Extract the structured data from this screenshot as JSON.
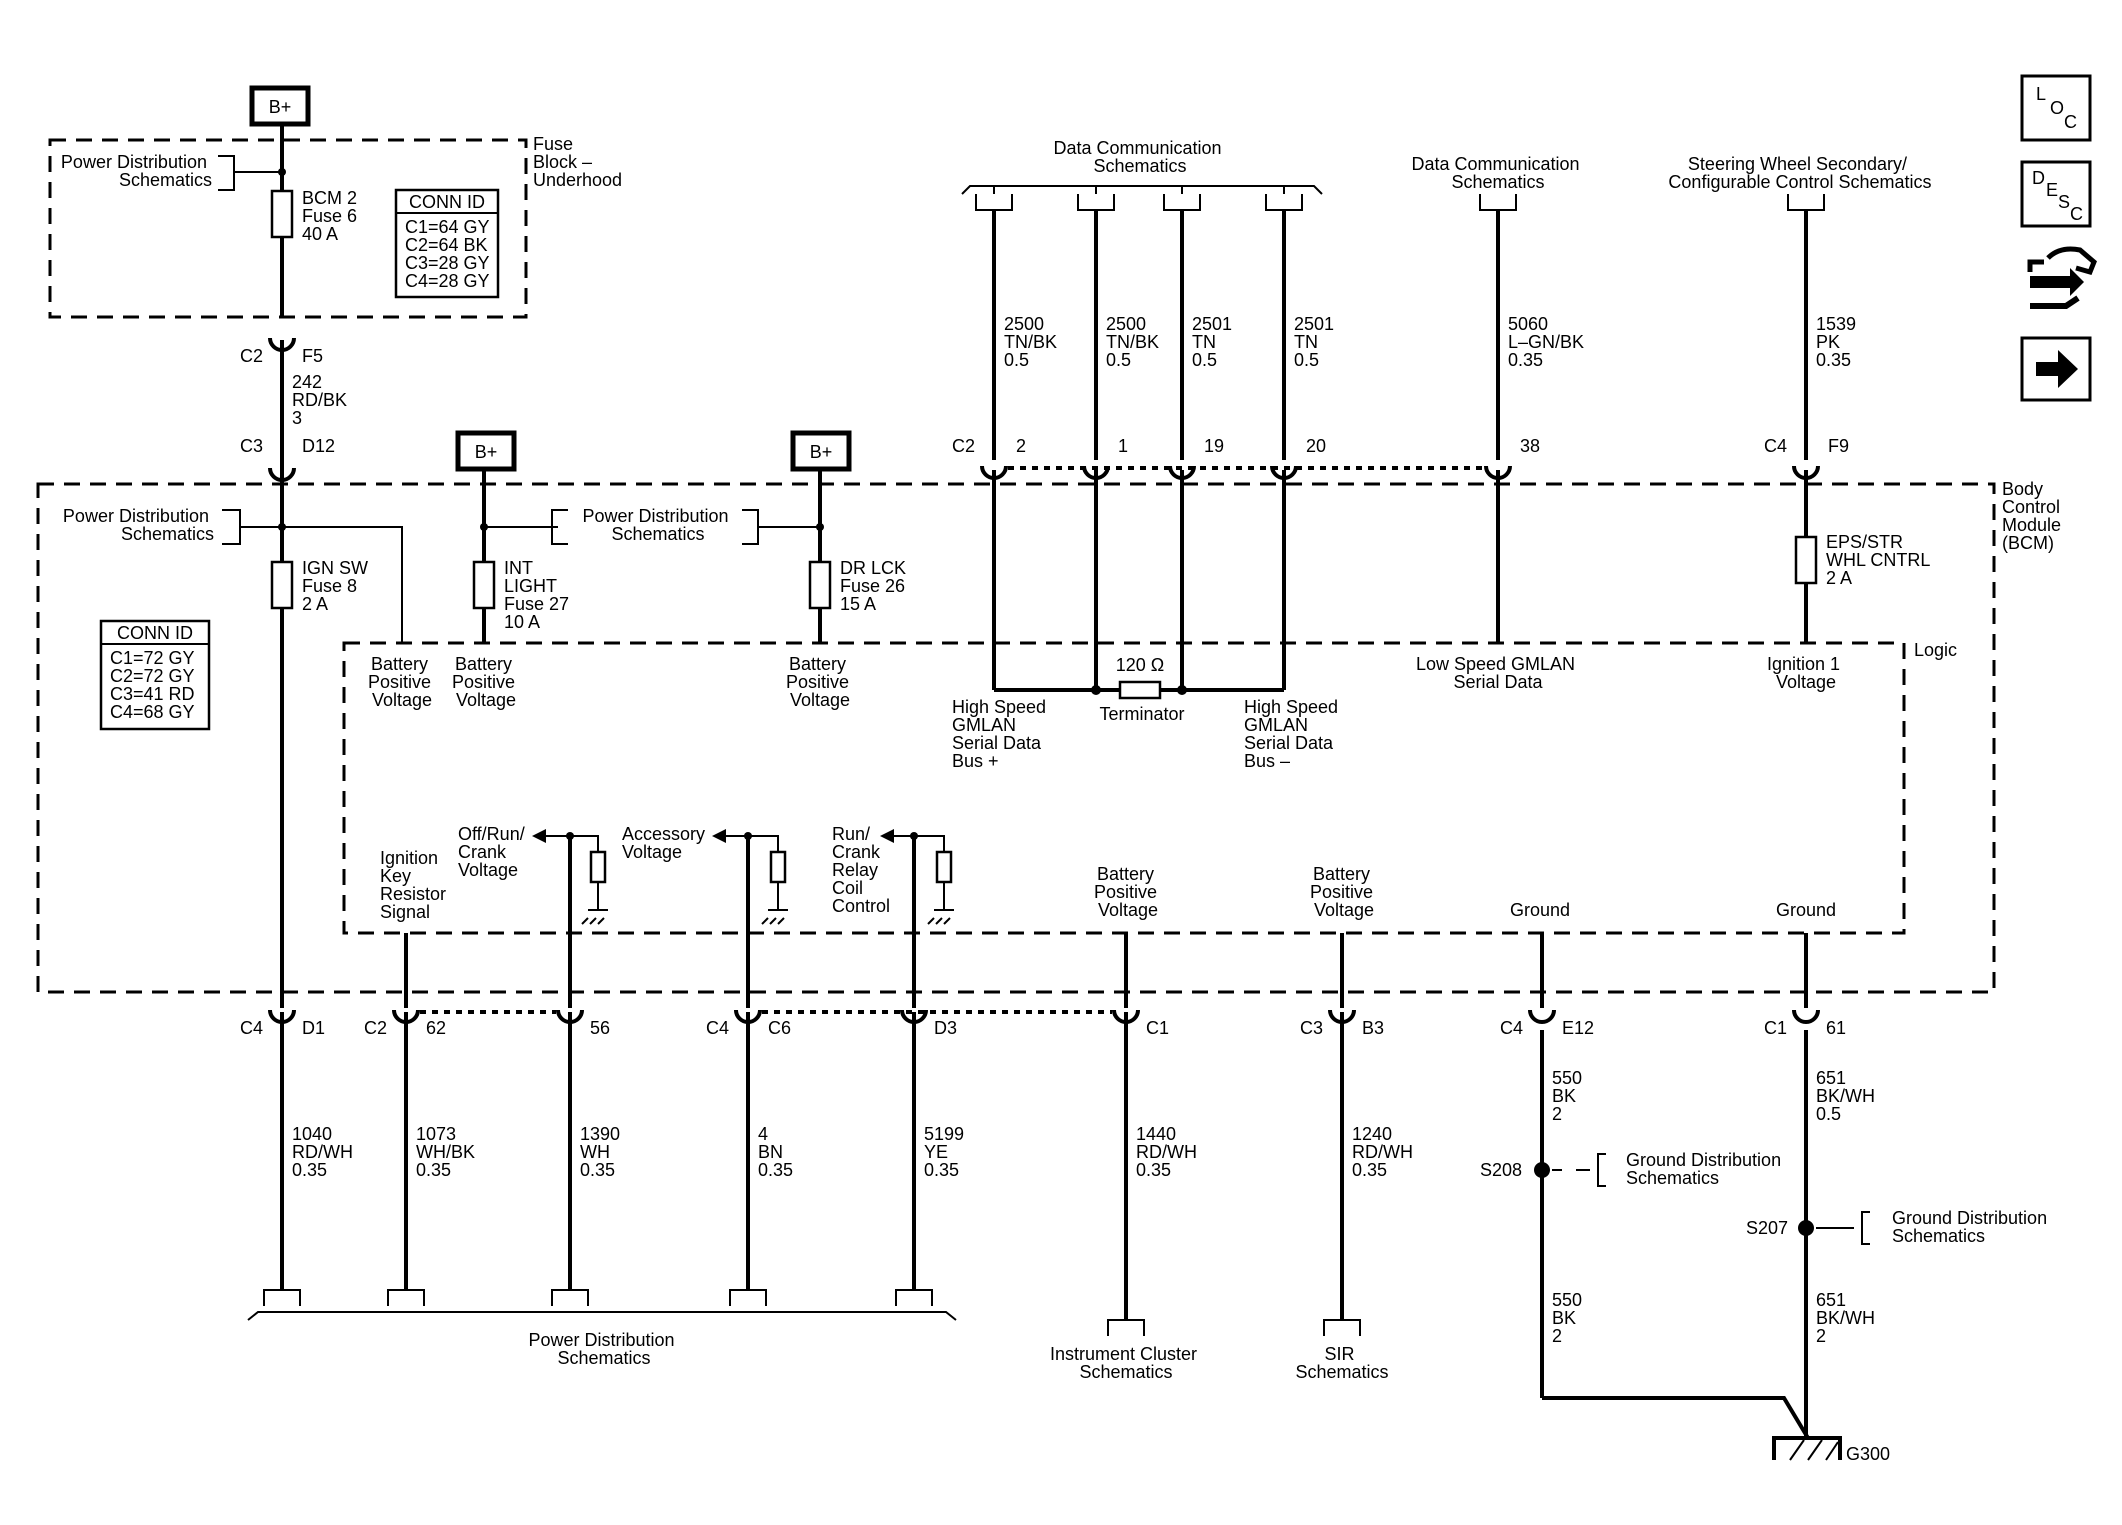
{
  "bplus": "B+",
  "fuse_block": {
    "title": [
      "Fuse",
      "Block –",
      "Underhood"
    ],
    "pd_ref": [
      "Power Distribution",
      "Schematics"
    ],
    "fuse": [
      "BCM 2",
      "Fuse 6",
      "40 A"
    ],
    "conn_title": "CONN ID",
    "conn_rows": [
      "C1=64 GY",
      "C2=64 BK",
      "C3=28 GY",
      "C4=28 GY"
    ]
  },
  "feed_wire": {
    "conn_top": "C2",
    "pin_top": "F5",
    "label": [
      "242",
      "RD/BK",
      "3"
    ],
    "conn_bottom": "C3",
    "pin_bottom": "D12"
  },
  "bcm": {
    "title": [
      "Body",
      "Control",
      "Module",
      "(BCM)"
    ],
    "logic_label": "Logic",
    "pd_ref_left": [
      "Power Distribution",
      "Schematics"
    ],
    "pd_ref_mid": [
      "Power Distribution",
      "Schematics"
    ],
    "conn_title": "CONN ID",
    "conn_rows": [
      "C1=72 GY",
      "C2=72 GY",
      "C3=41 RD",
      "C4=68 GY"
    ],
    "fuses": [
      [
        "IGN SW",
        "Fuse 8",
        "2 A"
      ],
      [
        "INT",
        "LIGHT",
        "Fuse 27",
        "10 A"
      ],
      [
        "DR LCK",
        "Fuse 26",
        "15 A"
      ],
      [
        "EPS/STR",
        "WHL CNTRL",
        "2 A"
      ]
    ],
    "upper_labels": {
      "batt1": [
        "Battery",
        "Positive",
        "Voltage"
      ],
      "batt2": [
        "Battery",
        "Positive",
        "Voltage"
      ],
      "batt3": [
        "Battery",
        "Positive",
        "Voltage"
      ],
      "hs_plus": [
        "High Speed",
        "GMLAN",
        "Serial Data",
        "Bus +"
      ],
      "terminator_value": "120 Ω",
      "terminator": "Terminator",
      "hs_minus": [
        "High Speed",
        "GMLAN",
        "Serial Data",
        "Bus –"
      ],
      "low_speed": [
        "Low Speed GMLAN",
        "Serial Data"
      ],
      "ign1": [
        "Ignition 1",
        "Voltage"
      ]
    },
    "lower_labels": {
      "ign_key": [
        "Ignition",
        "Key",
        "Resistor",
        "Signal"
      ],
      "off_run": [
        "Off/Run/",
        "Crank",
        "Voltage"
      ],
      "accessory": [
        "Accessory",
        "Voltage"
      ],
      "run_crank": [
        "Run/",
        "Crank",
        "Relay",
        "Coil",
        "Control"
      ],
      "batt4": [
        "Battery",
        "Positive",
        "Voltage"
      ],
      "batt5": [
        "Battery",
        "Positive",
        "Voltage"
      ],
      "ground1": "Ground",
      "ground2": "Ground"
    }
  },
  "top_refs": {
    "data_comm1": [
      "Data Communication",
      "Schematics"
    ],
    "data_comm2": [
      "Data Communication",
      "Schematics"
    ],
    "steering": [
      "Steering Wheel Secondary/",
      "Configurable Control Schematics"
    ]
  },
  "top_wires": [
    {
      "label": [
        "2500",
        "TN/BK",
        "0.5"
      ],
      "pin": "2",
      "conn": "C2"
    },
    {
      "label": [
        "2500",
        "TN/BK",
        "0.5"
      ],
      "pin": "1",
      "conn": ""
    },
    {
      "label": [
        "2501",
        "TN",
        "0.5"
      ],
      "pin": "19",
      "conn": ""
    },
    {
      "label": [
        "2501",
        "TN",
        "0.5"
      ],
      "pin": "20",
      "conn": ""
    },
    {
      "label": [
        "5060",
        "L–GN/BK",
        "0.35"
      ],
      "pin": "38",
      "conn": ""
    },
    {
      "label": [
        "1539",
        "PK",
        "0.35"
      ],
      "pin": "F9",
      "conn": "C4"
    }
  ],
  "bottom_wires": [
    {
      "label": [
        "1040",
        "RD/WH",
        "0.35"
      ],
      "conn": "C4",
      "pin": "D1"
    },
    {
      "label": [
        "1073",
        "WH/BK",
        "0.35"
      ],
      "conn": "C2",
      "pin": "62"
    },
    {
      "label": [
        "1390",
        "WH",
        "0.35"
      ],
      "conn": "",
      "pin": "56"
    },
    {
      "label": [
        "4",
        "BN",
        "0.35"
      ],
      "conn": "C4",
      "pin": "C6"
    },
    {
      "label": [
        "5199",
        "YE",
        "0.35"
      ],
      "conn": "",
      "pin": "D3"
    },
    {
      "label": [
        "1440",
        "RD/WH",
        "0.35"
      ],
      "conn": "",
      "pin": "C1"
    },
    {
      "label": [
        "1240",
        "RD/WH",
        "0.35"
      ],
      "conn": "C3",
      "pin": "B3"
    },
    {
      "label": [
        "550",
        "BK",
        "2"
      ],
      "conn": "C4",
      "pin": "E12"
    },
    {
      "label": [
        "651",
        "BK/WH",
        "0.5"
      ],
      "conn": "C1",
      "pin": "61"
    }
  ],
  "bottom_refs": {
    "power_dist": [
      "Power Distribution",
      "Schematics"
    ],
    "instrument": [
      "Instrument Cluster",
      "Schematics"
    ],
    "sir": [
      "SIR",
      "Schematics"
    ],
    "ground_dist1": [
      "Ground Distribution",
      "Schematics"
    ],
    "ground_dist2": [
      "Ground Distribution",
      "Schematics"
    ]
  },
  "splices": {
    "s208": "S208",
    "s207": "S207",
    "lower_550": [
      "550",
      "BK",
      "2"
    ],
    "lower_651": [
      "651",
      "BK/WH",
      "2"
    ],
    "ground": "G300"
  },
  "side_icons": {
    "loc": [
      "L",
      "O",
      "C"
    ],
    "desc": [
      "D",
      "E",
      "S",
      "C"
    ]
  }
}
